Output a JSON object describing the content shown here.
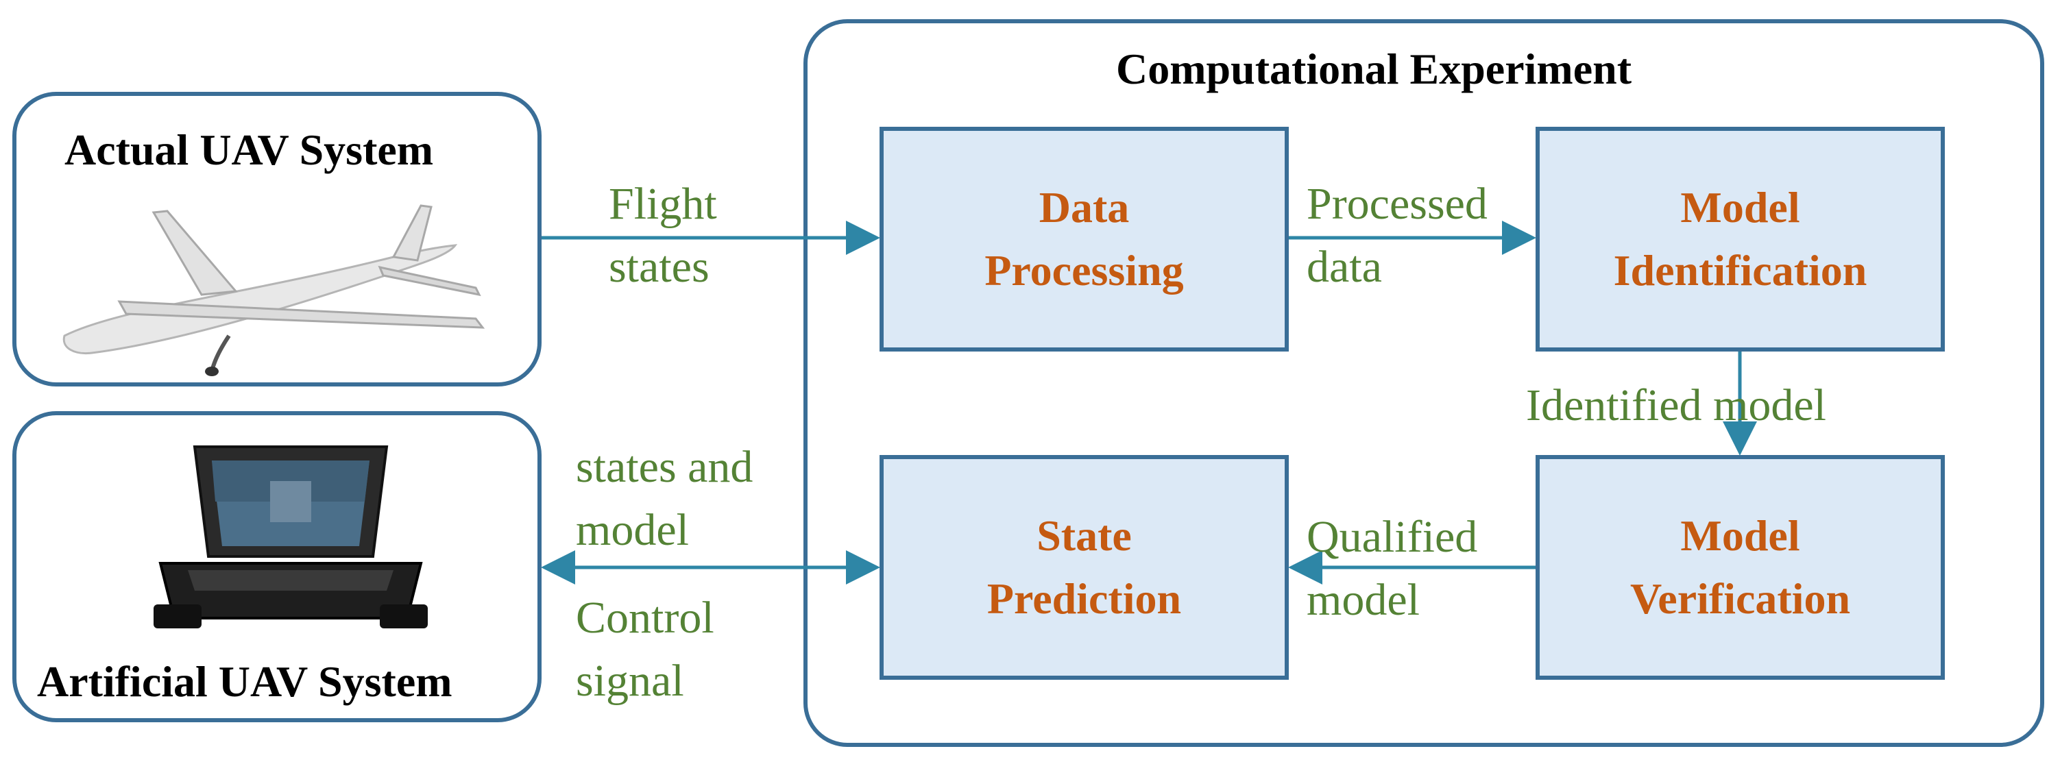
{
  "actual_system": {
    "title": "Actual UAV System"
  },
  "artificial_system": {
    "title": "Artificial UAV System"
  },
  "experiment": {
    "title": "Computational Experiment"
  },
  "blocks": {
    "data_processing": [
      "Data",
      "Processing"
    ],
    "model_identification": [
      "Model",
      "Identification"
    ],
    "state_prediction": [
      "State",
      "Prediction"
    ],
    "model_verification": [
      "Model",
      "Verification"
    ]
  },
  "edges": {
    "flight_states": [
      "Flight",
      "states"
    ],
    "processed_data": [
      "Processed",
      "data"
    ],
    "identified_model": "Identified model",
    "qualified_model": [
      "Qualified",
      "model"
    ],
    "states_and_model": [
      "states and",
      "model"
    ],
    "control_signal": [
      "Control",
      "signal"
    ]
  },
  "colors": {
    "border": "#3a6e97",
    "block_fill": "#dce9f6",
    "block_text": "#c55a11",
    "edge_label": "#548235",
    "arrow": "#2e86a6"
  }
}
